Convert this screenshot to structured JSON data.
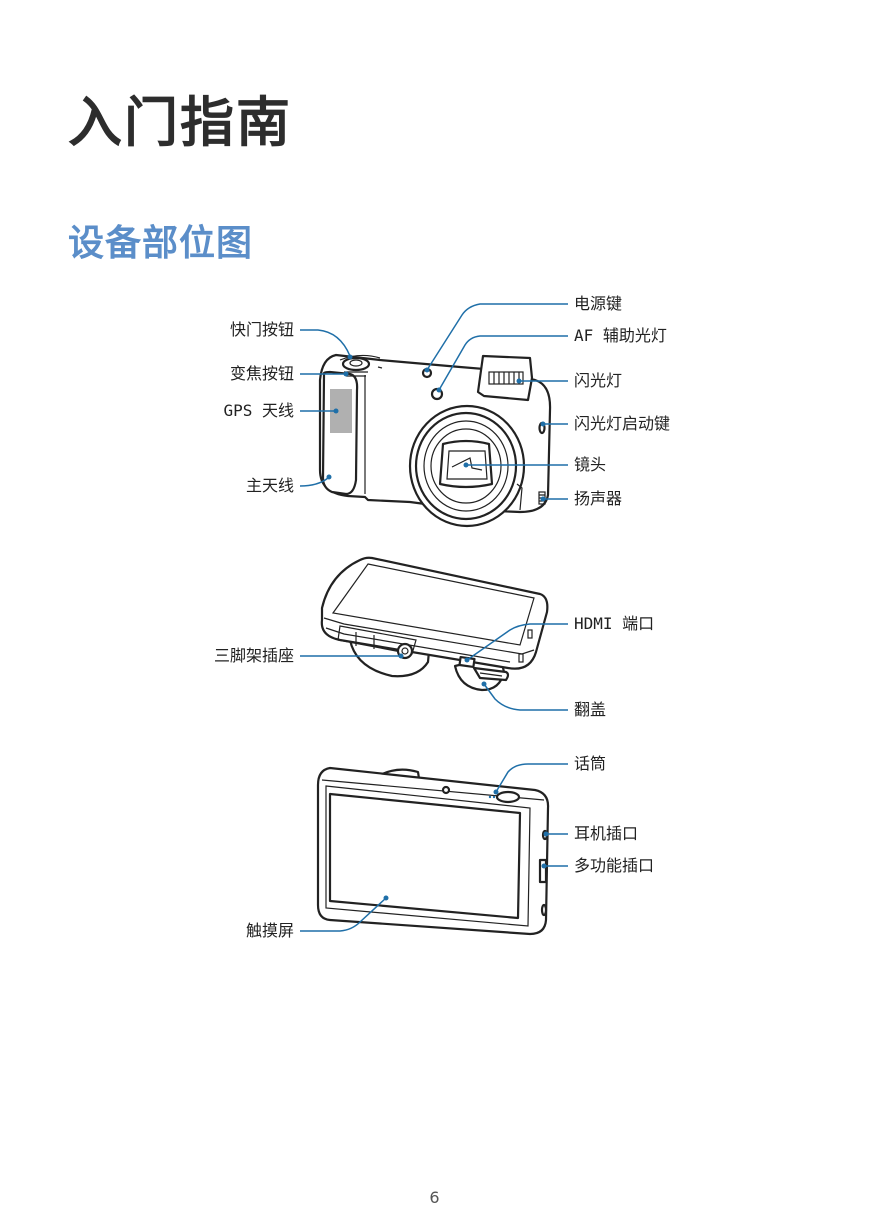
{
  "page": {
    "title": "入门指南",
    "section_title": "设备部位图",
    "page_number": "6"
  },
  "colors": {
    "callout_line": "#1f6fa8",
    "title": "#2d2d2d",
    "section_title": "#5b8ec9",
    "gps_antenna_fill": "#b0b0b0",
    "outline": "#222222"
  },
  "front_view": {
    "labels": {
      "shutter_button": "快门按钮",
      "zoom_button": "变焦按钮",
      "gps_antenna": "GPS 天线",
      "main_antenna": "主天线",
      "power_key": "电源键",
      "af_assist_light": "AF 辅助光灯",
      "flash": "闪光灯",
      "flash_release": "闪光灯启动键",
      "lens": "镜头",
      "speaker": "扬声器"
    }
  },
  "bottom_view": {
    "labels": {
      "tripod_mount": "三脚架插座",
      "hdmi_port": "HDMI 端口",
      "cover": "翻盖"
    }
  },
  "rear_view": {
    "labels": {
      "microphone": "话筒",
      "headset_jack": "耳机插口",
      "multipurpose_jack": "多功能插口",
      "touch_screen": "触摸屏"
    }
  }
}
